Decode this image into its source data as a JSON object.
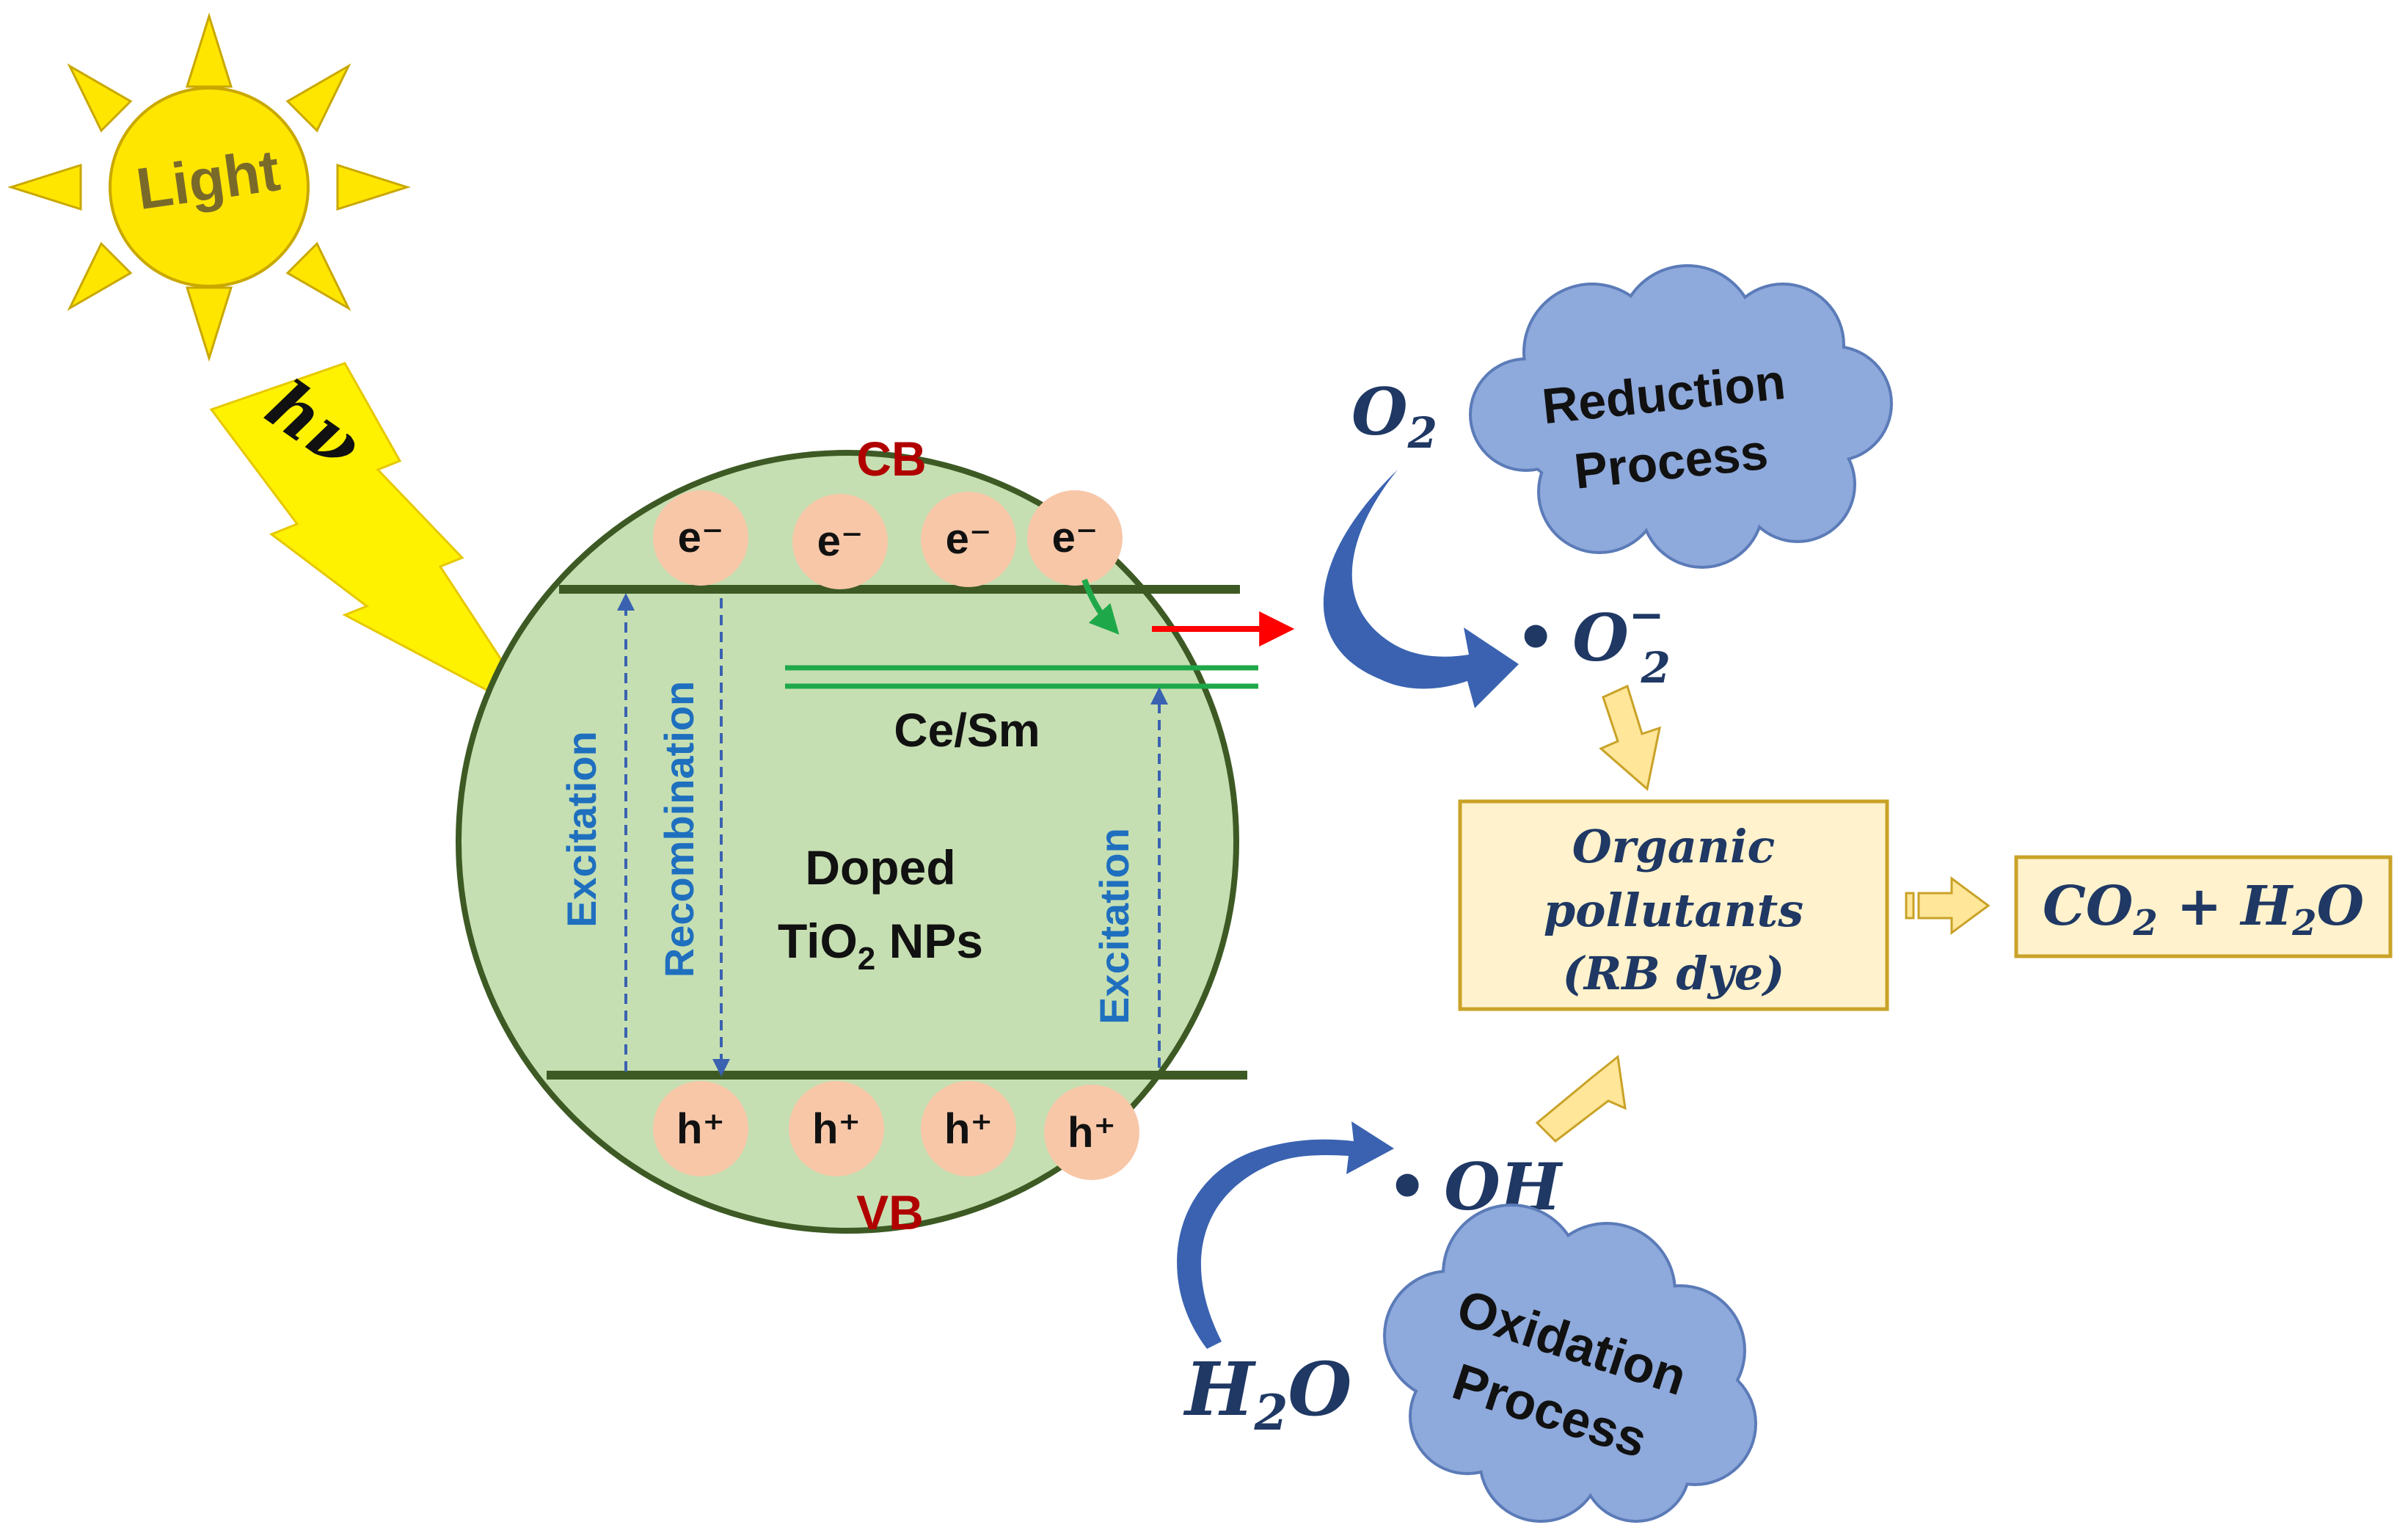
{
  "sun": {
    "label": "Light"
  },
  "lightning": {
    "label": "hν"
  },
  "particle": {
    "cb_label": "CB",
    "vb_label": "VB",
    "electron": "e⁻",
    "hole": "h⁺",
    "dopant_label": "Ce/Sm",
    "excitation_left": "Excitation",
    "recombination": "Recombination",
    "excitation_right": "Excitation",
    "doped_line1": "Doped",
    "doped_line2_main": "TiO",
    "doped_line2_sub": "2",
    "doped_line2_rest": " NPs"
  },
  "reduction": {
    "cloud_line1": "Reduction",
    "cloud_line2": "Process",
    "o2_main": "O",
    "o2_sub": "2",
    "radical_dot": "•",
    "radical_main": "O",
    "radical_sup": "−",
    "radical_sub": "2"
  },
  "oxidation": {
    "cloud_line1": "Oxidation",
    "cloud_line2": "Process",
    "h2o_main1": "H",
    "h2o_sub": "2",
    "h2o_main2": "O",
    "radical_dot": "•",
    "radical": "OH"
  },
  "pollutant": {
    "line1": "Organic",
    "line2": "pollutants",
    "line3": "(RB dye)"
  },
  "products": {
    "co2_main": "CO",
    "co2_sub": "2",
    "plus": " + ",
    "h2o_main1": "H",
    "h2o_sub": "2",
    "h2o_main2": "O"
  },
  "colors": {
    "sun_fill": "#FFE600",
    "sun_stroke": "#C9A800",
    "circle_fill": "#C6DFB2",
    "circle_stroke": "#3D5A24",
    "particle_fill": "#F7C7A8",
    "cloud_fill": "#8EA9DB",
    "cloud_stroke": "#5B7BB8",
    "label_red": "#B00000",
    "label_blue": "#1F6FBF",
    "dopant_green": "#1FA84A",
    "arrow_red": "#FF0000",
    "navy": "#1F3864",
    "curve_blue": "#3A62B0",
    "box_fill": "#FFF2CC",
    "box_stroke": "#C9A227",
    "box_text": "#1F3864"
  },
  "icons": [
    "sun-icon",
    "lightning-icon",
    "cloud-icon",
    "curved-arrow-icon",
    "block-arrow-icon"
  ]
}
